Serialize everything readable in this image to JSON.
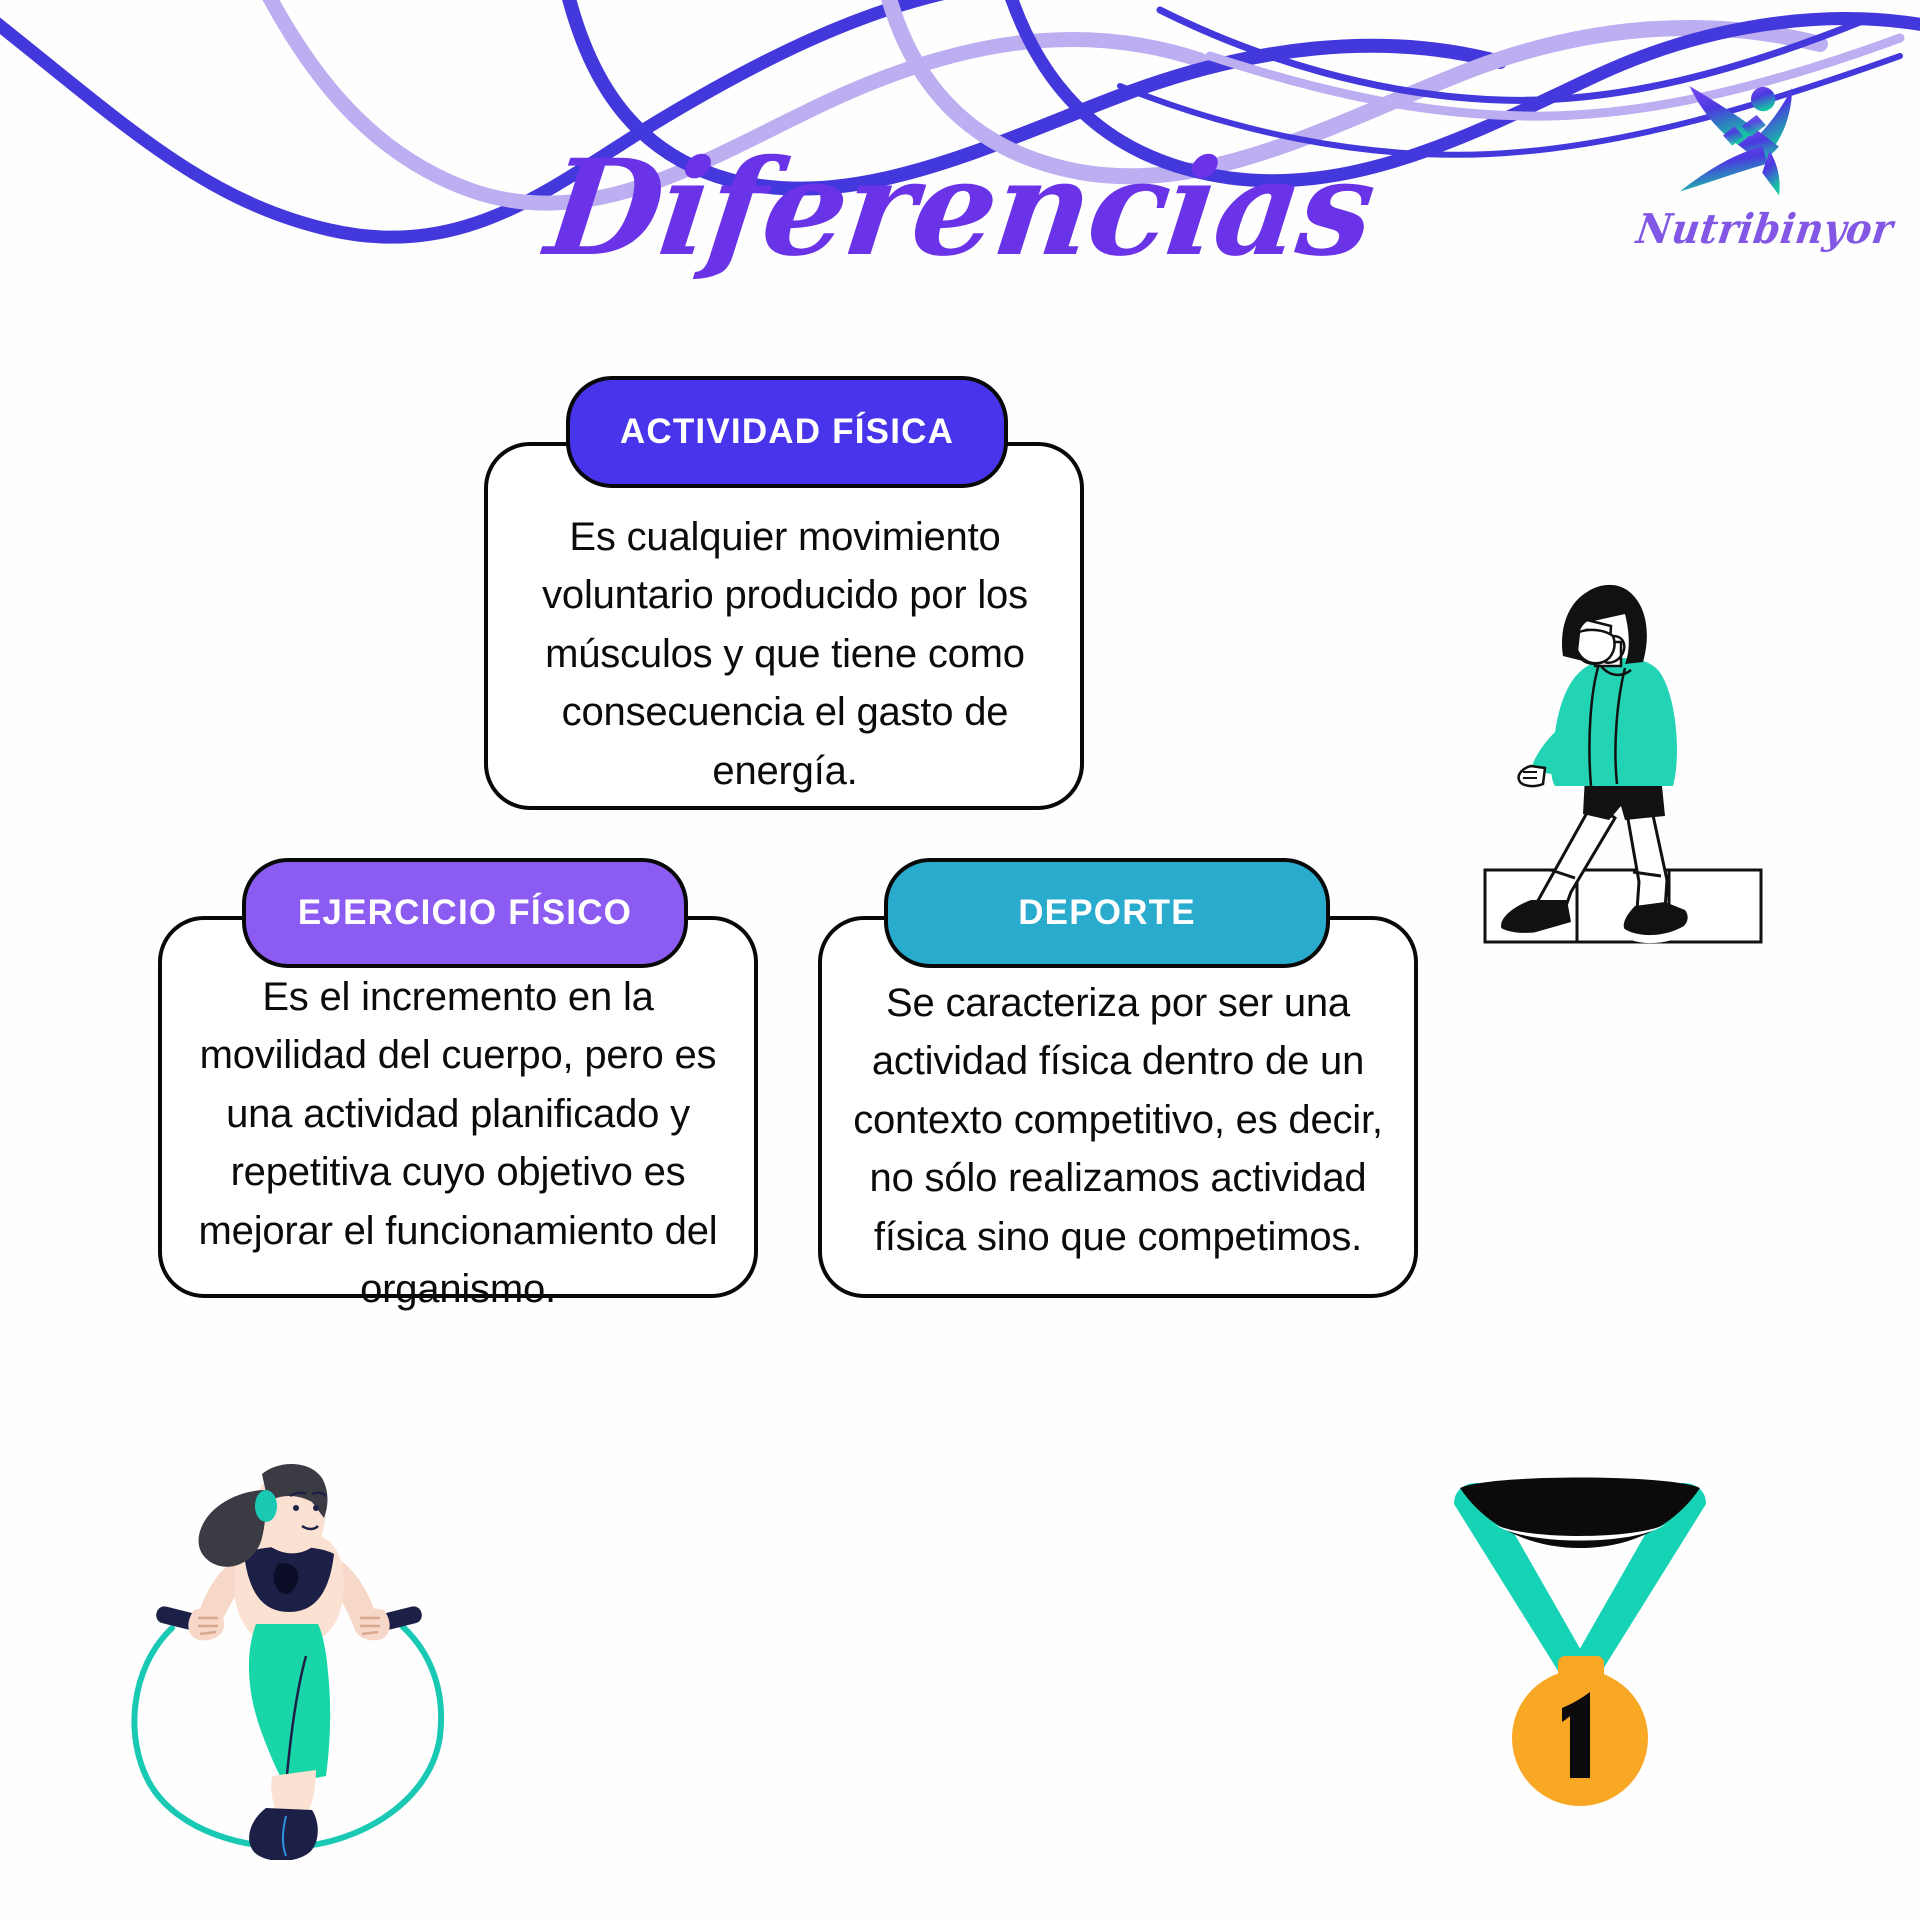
{
  "page": {
    "title": "Diferencias",
    "background_color": "#ffffff"
  },
  "brand": {
    "name": "Nutribinyor",
    "logo_icon": "athlete-figure-icon",
    "gradient_from": "#7b4bf0",
    "gradient_to": "#16c4a4"
  },
  "decor": {
    "wave_dark_color": "#4338db",
    "wave_light_color": "#bcaef0"
  },
  "cards": [
    {
      "id": "actividad",
      "header": "ACTIVIDAD FÍSICA",
      "header_color": "#4834ea",
      "body": "Es cualquier movimiento voluntario producido por los músculos y que tiene como consecuencia el gasto de energía."
    },
    {
      "id": "ejercicio",
      "header": "EJERCICIO FÍSICO",
      "header_color": "#8c5cf2",
      "body": "Es el incremento en la movilidad del cuerpo, pero es una actividad planificado y repetitiva cuyo objetivo es mejorar el funcionamiento del organismo."
    },
    {
      "id": "deporte",
      "header": "DEPORTE",
      "header_color": "#29abce",
      "body": "Se caracteriza por ser una actividad física dentro de un contexto competitivo, es decir, no sólo realizamos actividad física sino que competimos."
    }
  ],
  "illustrations": [
    {
      "name": "walking-woman-illustration",
      "jacket_color": "#22d3b4",
      "hair_color": "#111111",
      "shoe_color": "#111111"
    },
    {
      "name": "jump-rope-woman-illustration",
      "top_color": "#1d2046",
      "pants_color": "#19d6a8",
      "rope_color": "#19c9b4",
      "hair_color": "#3b3b44"
    },
    {
      "name": "gold-medal-illustration",
      "medal_number": "1",
      "medal_color": "#f9a826",
      "ribbon_color": "#16d3b5",
      "ribbon_top_color": "#0b0b0b"
    }
  ]
}
